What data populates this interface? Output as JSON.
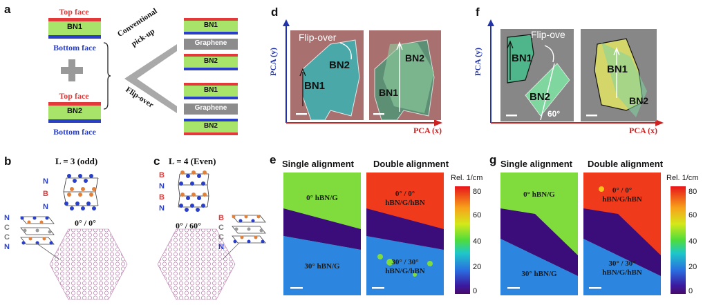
{
  "panels": {
    "a": {
      "letter": "a",
      "top_face_1": "Top face",
      "bn1": "BN1",
      "bottom_face_1": "Bottom face",
      "top_face_2": "Top face",
      "bn2": "BN2",
      "bottom_face_2": "Bottom face",
      "conventional": "Conventional",
      "pickup": "pick-up",
      "flipover": "Flip-over",
      "stack1": [
        "BN1",
        "Graphene",
        "BN2"
      ],
      "stack2": [
        "BN1",
        "Graphene",
        "BN2"
      ]
    },
    "b": {
      "letter": "b",
      "title": "L = 3 (odd)",
      "angle": "0° / 0°",
      "side_letters": [
        "N",
        "B",
        "N"
      ],
      "side_letters_2": [
        "N",
        "C",
        "C",
        "N"
      ]
    },
    "c": {
      "letter": "c",
      "title": "L = 4 (Even)",
      "angle": "0° / 60°",
      "side_letters": [
        "B",
        "N",
        "B",
        "N"
      ],
      "side_letters_2": [
        "B",
        "C",
        "C",
        "N"
      ]
    },
    "d": {
      "letter": "d",
      "y_axis": "PCA (y)",
      "x_axis": "PCA (x)",
      "flip": "Flip-over",
      "bn1": "BN1",
      "bn2": "BN2",
      "bn2_r": "BN2",
      "bn1_r": "BN1"
    },
    "e": {
      "letter": "e",
      "left_header": "Single alignment",
      "right_header": "Double alignment",
      "cbar_title": "Rel. 1/cm",
      "cbar_ticks": [
        "80",
        "60",
        "40",
        "20",
        "0"
      ],
      "left_top": "0° hBN/G",
      "left_bottom": "30° hBN/G",
      "right_top": [
        "0° / 0°",
        "hBN/G/hBN"
      ],
      "right_bottom": [
        "30° / 30°",
        "hBN/G/hBN"
      ]
    },
    "f": {
      "letter": "f",
      "y_axis": "PCA (y)",
      "x_axis": "PCA (x)",
      "flip": "Flip-ove",
      "bn1": "BN1",
      "bn2": "BN2",
      "angle": "60°",
      "bn1_r": "BN1",
      "bn2_r": "BN2"
    },
    "g": {
      "letter": "g",
      "left_header": "Single alignment",
      "right_header": "Double alignment",
      "cbar_title": "Rel. 1/cm",
      "cbar_ticks": [
        "80",
        "60",
        "40",
        "20",
        "0"
      ],
      "left_top": "0° hBN/G",
      "left_bottom": "30° hBN/G",
      "right_top": [
        "0° / 0°",
        "hBN/G/hBN"
      ],
      "right_bottom": [
        "30° / 30°",
        "hBN/G/hBN"
      ]
    }
  },
  "colors": {
    "red_face": "#e23a3a",
    "green_layer": "#a8e46a",
    "blue_face": "#2a3fc7",
    "graphene_gray": "#8c8c8c",
    "axis_blue": "#2233aa",
    "axis_red": "#cc2222"
  }
}
